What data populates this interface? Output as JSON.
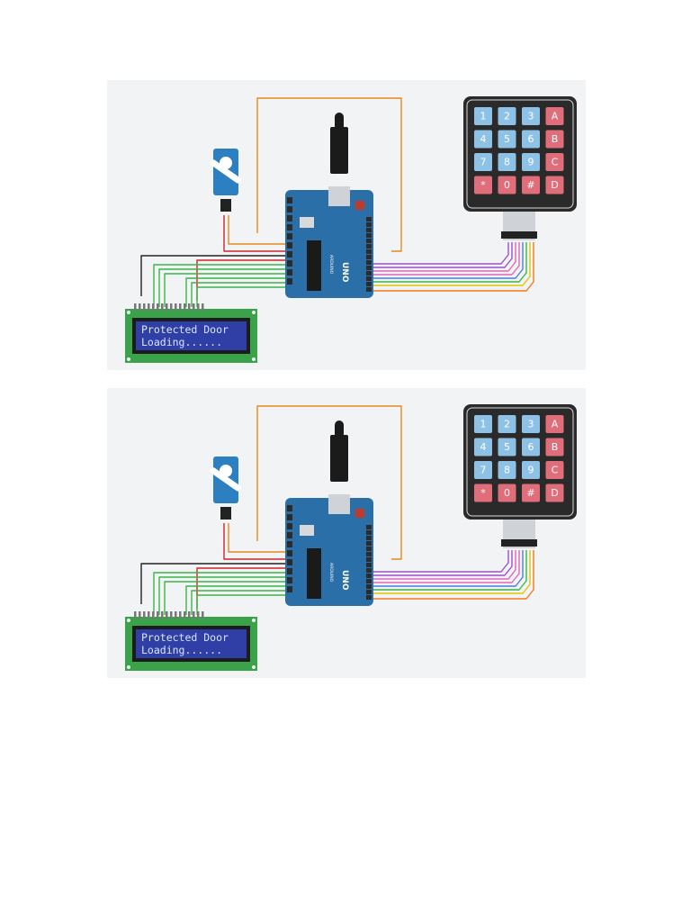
{
  "panels": [
    {
      "lcd": {
        "line1": "Protected Door",
        "line2": "Loading......"
      },
      "board": {
        "label": "UNO",
        "brand": "ARDUINO"
      },
      "keypad": {
        "keys": [
          "1",
          "2",
          "3",
          "A",
          "4",
          "5",
          "6",
          "B",
          "7",
          "8",
          "9",
          "C",
          "*",
          "0",
          "#",
          "D"
        ]
      }
    },
    {
      "lcd": {
        "line1": "Protected Door",
        "line2": "Loading......"
      },
      "board": {
        "label": "UNO",
        "brand": "ARDUINO"
      },
      "keypad": {
        "keys": [
          "1",
          "2",
          "3",
          "A",
          "4",
          "5",
          "6",
          "B",
          "7",
          "8",
          "9",
          "C",
          "*",
          "0",
          "#",
          "D"
        ]
      }
    }
  ],
  "colors": {
    "panel_bg": "#f2f3f4",
    "board": "#2a6fa8",
    "keypad_body": "#2a2a2a",
    "key_blue": "#8ec1e6",
    "key_red": "#e06d7a",
    "lcd_screen": "#2f3fa6",
    "lcd_pcb": "#3aa34a",
    "servo": "#2c7fc0",
    "wire_orange": "#e48a1c",
    "wire_red": "#d0252a",
    "wire_black": "#222222",
    "wire_green": "#3bb54a",
    "wire_purple": "#9b4fd0",
    "wire_pink": "#e067b3",
    "wire_blue": "#4a7fe0",
    "wire_yellow": "#e2c400",
    "wire_dkorange": "#f07a1a"
  }
}
